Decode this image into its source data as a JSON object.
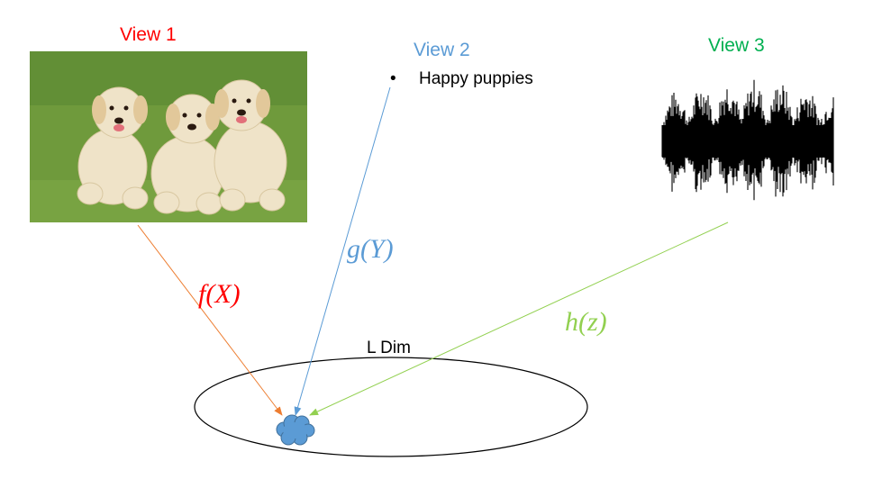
{
  "views": [
    {
      "label": "View 1",
      "color": "#ff0000"
    },
    {
      "label": "View 2",
      "color": "#5b9bd5"
    },
    {
      "label": "View 3",
      "color": "#00b050"
    }
  ],
  "view2_text": {
    "bullet": "•",
    "text": "Happy puppies"
  },
  "functions": {
    "f": {
      "label": "f(X)",
      "color": "#ff0000"
    },
    "g": {
      "label": "g(Y)",
      "color": "#5b9bd5"
    },
    "h": {
      "label": "h(z)",
      "color": "#92d050"
    }
  },
  "latent": {
    "label": "L Dim"
  },
  "arrow_colors": {
    "f": "#ed7d31",
    "g": "#5b9bd5",
    "h": "#92d050"
  },
  "point_color": "#5b9bd5"
}
